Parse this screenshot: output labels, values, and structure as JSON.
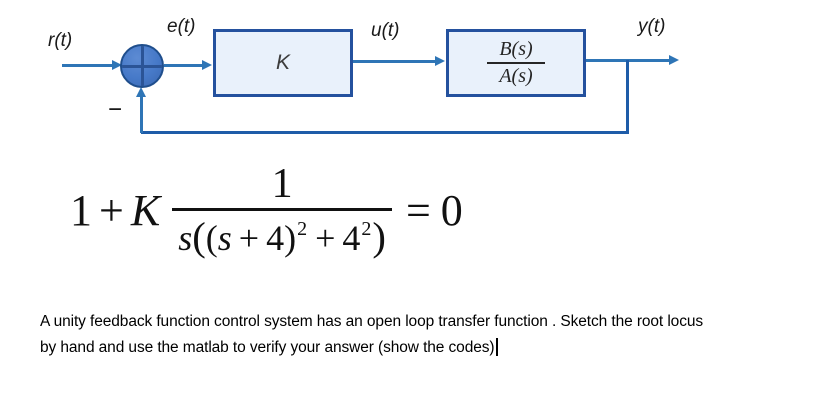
{
  "colors": {
    "line_blue": "#2E75B6",
    "feedback_blue": "#1E5CA8",
    "block_border": "#24519E",
    "block_fill": "#E9F1FB",
    "junction_fill": "#4679C8",
    "junction_border": "#1F4E8C",
    "text_dark": "#1a1a1a"
  },
  "diagram": {
    "input_label": "r(t)",
    "error_label": "e(t)",
    "control_label": "u(t)",
    "output_label": "y(t)",
    "minus_sign": "−",
    "gain_block_label": "K",
    "plant_numerator": "B(s)",
    "plant_denominator": "A(s)"
  },
  "equation": {
    "one": "1",
    "plus": "+",
    "gain": "K",
    "numerator": "1",
    "den": {
      "s1": "s",
      "open_outer": "(",
      "open_inner": "(",
      "s2": "s",
      "plus1": "+",
      "four1": "4",
      "close_inner": ")",
      "exp1": "2",
      "plus2": "+",
      "four2": "4",
      "exp2": "2",
      "close_outer": ")"
    },
    "equals": "=",
    "zero": "0"
  },
  "problem": {
    "line1": "A unity feedback function control system has an open loop transfer function . Sketch the root locus",
    "line2": "by hand and use the matlab to verify your answer (show the codes)"
  }
}
